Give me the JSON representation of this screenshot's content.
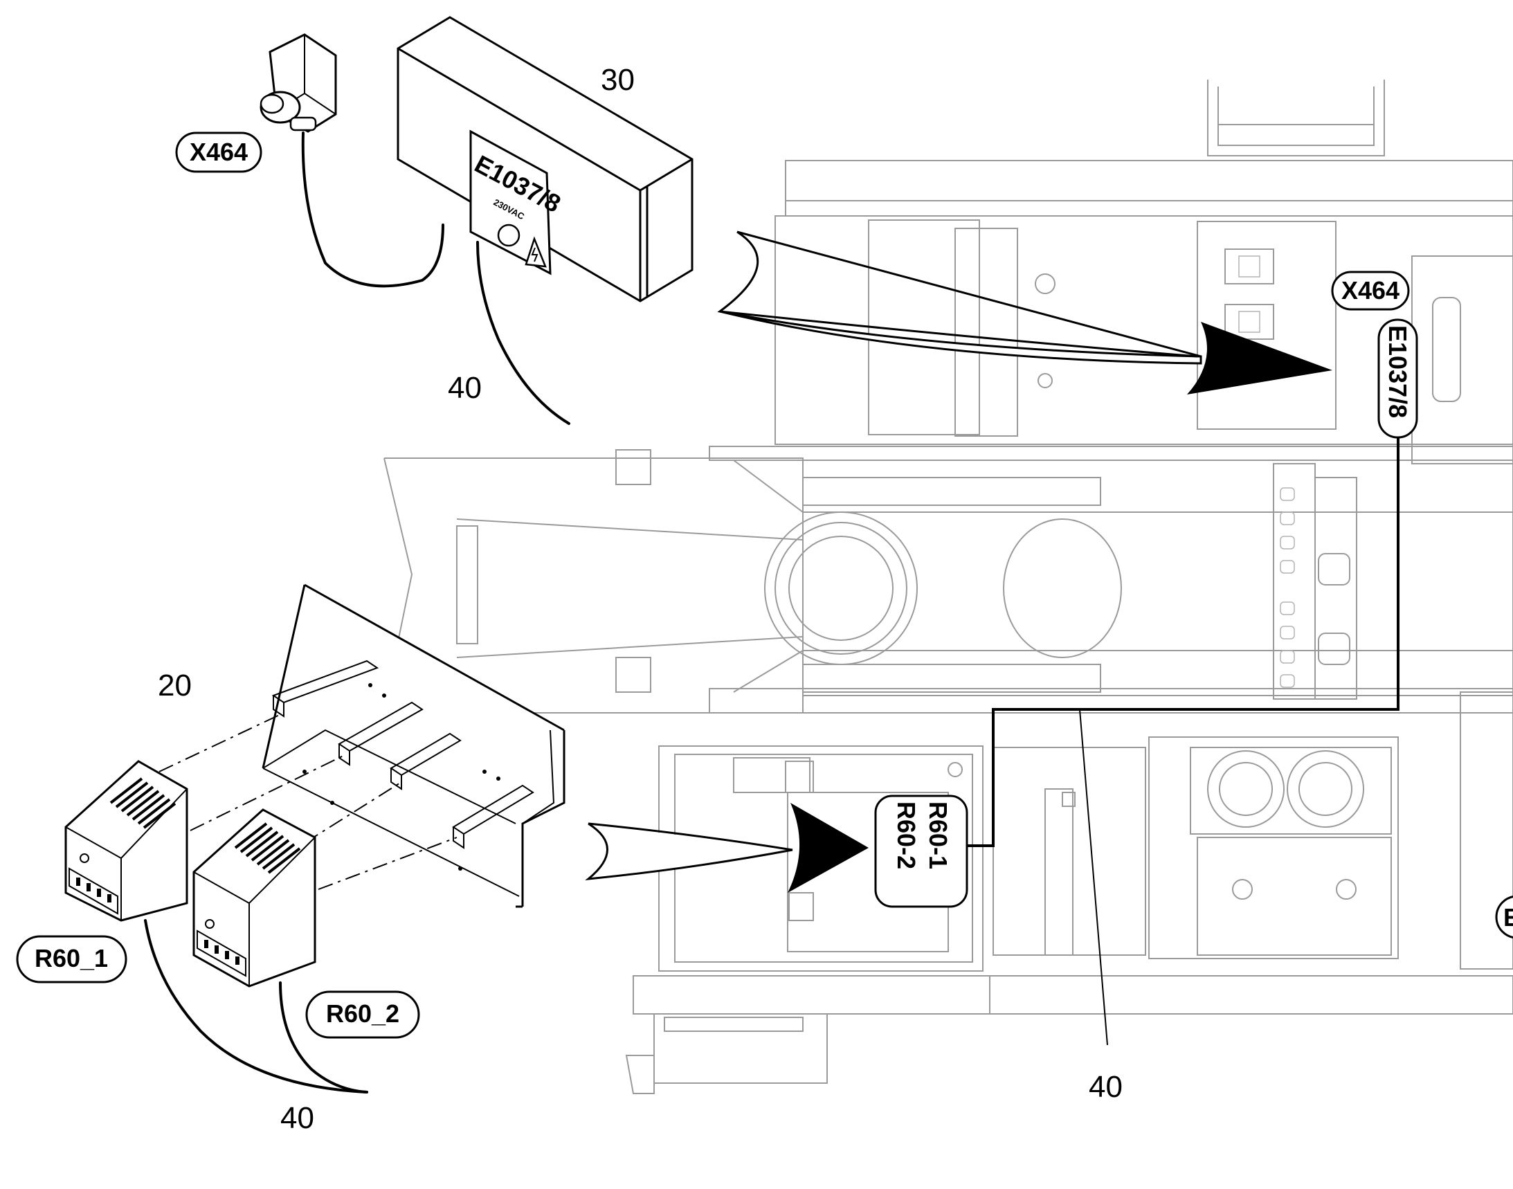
{
  "callouts": {
    "box_number": "30",
    "rack_number": "20",
    "cable_top": "40",
    "cable_bottom": "40",
    "cable_main": "40"
  },
  "labels": {
    "x464_top": "X464",
    "x464_machine": "X464",
    "e1037_box": "E1037/8",
    "e1037_box_voltage": "230VAC",
    "e1037_machine": "E1037/8",
    "r60_1": "R60_1",
    "r60_2": "R60_2",
    "r60_machine_1": "R60-1",
    "r60_machine_2": "R60-2",
    "edge_cut": "E"
  },
  "colors": {
    "ink": "#000000",
    "ghost": "#9a9a9a"
  }
}
